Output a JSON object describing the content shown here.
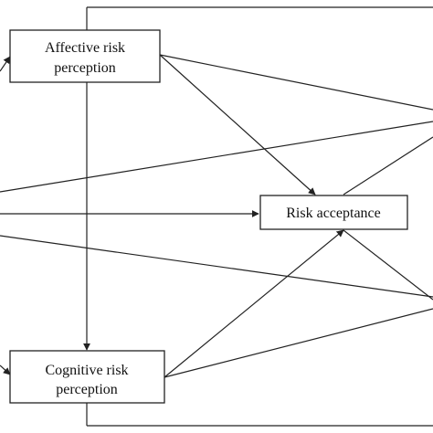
{
  "nodes": {
    "affective": {
      "line1": "Affective risk",
      "line2": "perception"
    },
    "cognitive": {
      "line1": "Cognitive risk",
      "line2": "perception"
    },
    "acceptance": {
      "label": "Risk acceptance"
    }
  },
  "colors": {
    "stroke": "#222222",
    "text": "#111111",
    "background": "#ffffff"
  }
}
